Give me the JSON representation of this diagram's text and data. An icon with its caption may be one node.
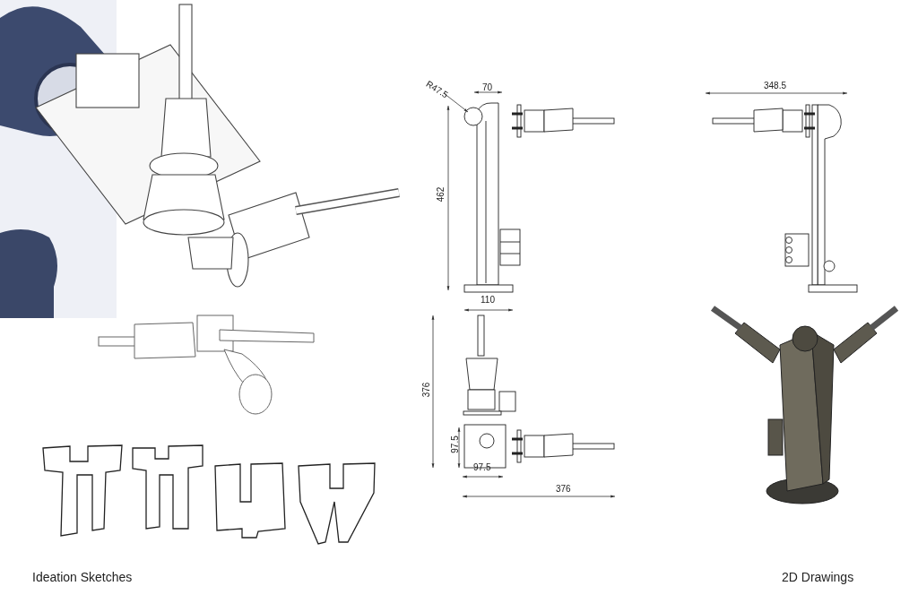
{
  "diagram": {
    "labels": [
      "R47.5",
      "70",
      "462",
      "110",
      "348.5",
      "376",
      "97.5",
      "97.5",
      "376",
      "Ideation Sketches",
      "2D Drawings"
    ]
  }
}
